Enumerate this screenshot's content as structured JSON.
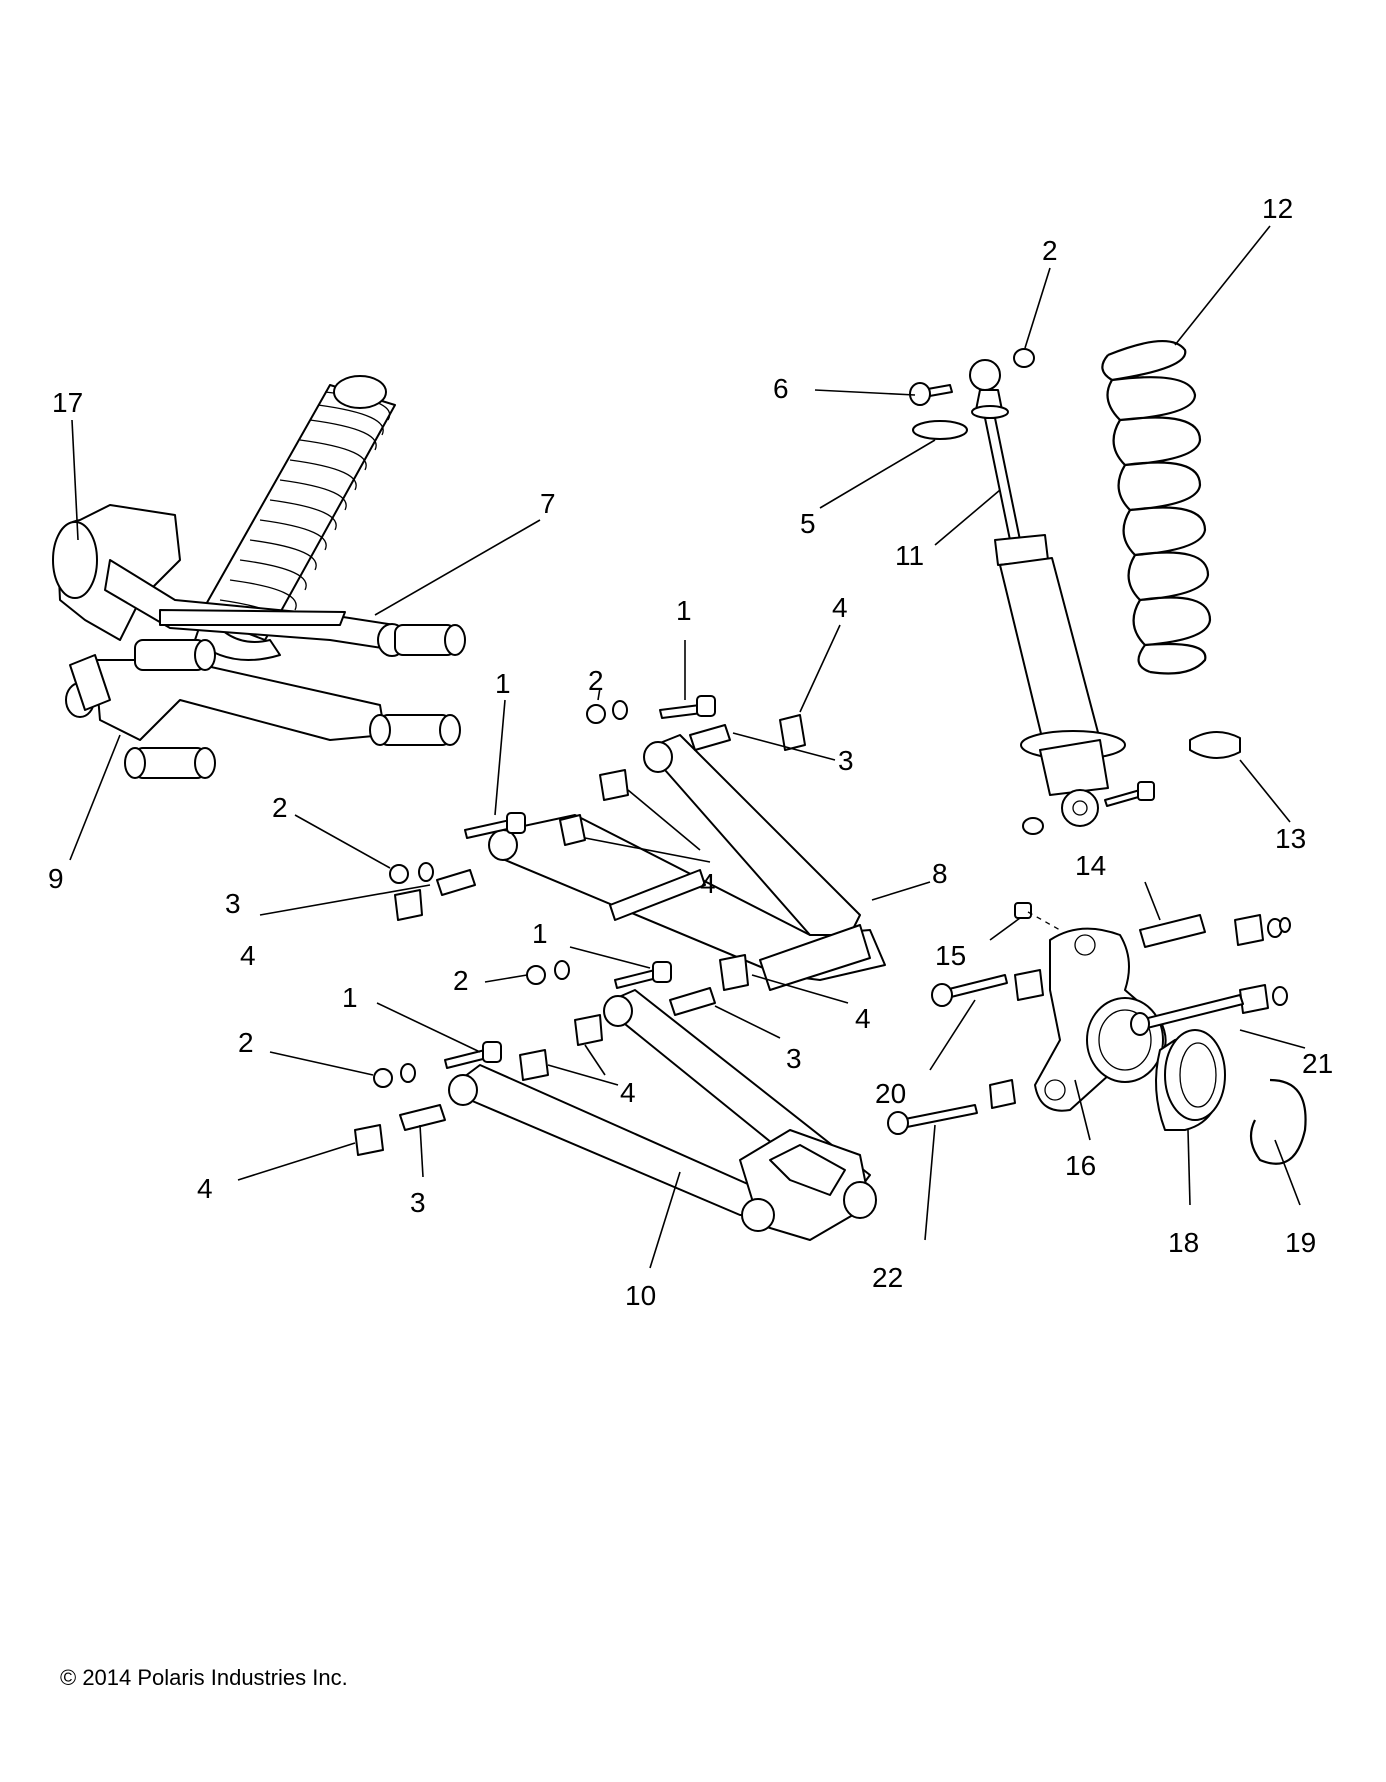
{
  "copyright": "© 2014 Polaris Industries Inc.",
  "callouts": [
    {
      "id": "c17",
      "label": "17"
    },
    {
      "id": "c7",
      "label": "7"
    },
    {
      "id": "c9",
      "label": "9"
    },
    {
      "id": "c6",
      "label": "6"
    },
    {
      "id": "c2a",
      "label": "2"
    },
    {
      "id": "c5",
      "label": "5"
    },
    {
      "id": "c11",
      "label": "11"
    },
    {
      "id": "c12",
      "label": "12"
    },
    {
      "id": "c13",
      "label": "13"
    },
    {
      "id": "c1a",
      "label": "1"
    },
    {
      "id": "c4a",
      "label": "4"
    },
    {
      "id": "c2b",
      "label": "2"
    },
    {
      "id": "c3a",
      "label": "3"
    },
    {
      "id": "c1b",
      "label": "1"
    },
    {
      "id": "c2c",
      "label": "2"
    },
    {
      "id": "c3b",
      "label": "3"
    },
    {
      "id": "c4b",
      "label": "4"
    },
    {
      "id": "c4c",
      "label": "4"
    },
    {
      "id": "c8",
      "label": "8"
    },
    {
      "id": "c14",
      "label": "14"
    },
    {
      "id": "c15",
      "label": "15"
    },
    {
      "id": "c1c",
      "label": "1"
    },
    {
      "id": "c2d",
      "label": "2"
    },
    {
      "id": "c4d",
      "label": "4"
    },
    {
      "id": "c3c",
      "label": "3"
    },
    {
      "id": "c1d",
      "label": "1"
    },
    {
      "id": "c2e",
      "label": "2"
    },
    {
      "id": "c4e",
      "label": "4"
    },
    {
      "id": "c4f",
      "label": "4"
    },
    {
      "id": "c3d",
      "label": "3"
    },
    {
      "id": "c10",
      "label": "10"
    },
    {
      "id": "c20",
      "label": "20"
    },
    {
      "id": "c21",
      "label": "21"
    },
    {
      "id": "c16",
      "label": "16"
    },
    {
      "id": "c22",
      "label": "22"
    },
    {
      "id": "c18",
      "label": "18"
    },
    {
      "id": "c19",
      "label": "19"
    }
  ]
}
